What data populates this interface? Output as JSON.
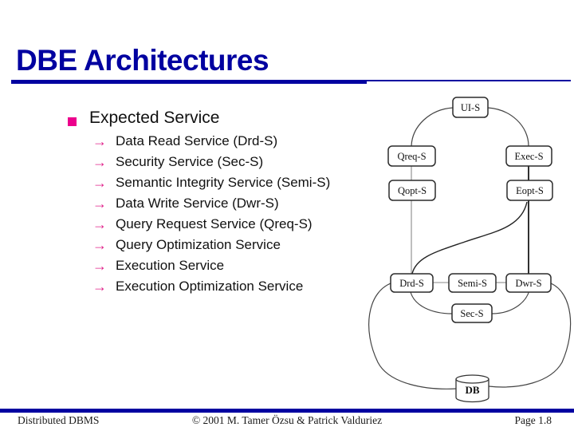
{
  "slide": {
    "title": "DBE Architectures",
    "footer": {
      "left": "Distributed DBMS",
      "center": "© 2001 M. Tamer Özsu & Patrick Valduriez",
      "right": "Page 1.8"
    }
  },
  "content": {
    "bullet": "Expected Service",
    "sub_bullets": [
      "Data Read Service (Drd-S)",
      "Security Service (Sec-S)",
      "Semantic Integrity Service (Semi-S)",
      "Data Write Service (Dwr-S)",
      "Query Request Service (Qreq-S)",
      "Query Optimization Service",
      "Execution Service",
      "Execution Optimization Service"
    ]
  },
  "icons": {
    "square_bullet": "■",
    "arrow_bullet": "→"
  },
  "colors": {
    "accent_blue": "#0000A0",
    "bullet_pink": "#EC008C",
    "arrow_pink": "#E0218A",
    "diagram_line": "#444444"
  },
  "diagram": {
    "boxes": [
      {
        "id": "ui-s",
        "label": "UI-S"
      },
      {
        "id": "qreq-s",
        "label": "Qreq-S"
      },
      {
        "id": "exec-s",
        "label": "Exec-S"
      },
      {
        "id": "qopt-s",
        "label": "Qopt-S"
      },
      {
        "id": "eopt-s",
        "label": "Eopt-S"
      },
      {
        "id": "drd-s",
        "label": "Drd-S"
      },
      {
        "id": "semi-s",
        "label": "Semi-S"
      },
      {
        "id": "dwr-s",
        "label": "Dwr-S"
      },
      {
        "id": "sec-s",
        "label": "Sec-S"
      }
    ],
    "db_label": "DB"
  }
}
